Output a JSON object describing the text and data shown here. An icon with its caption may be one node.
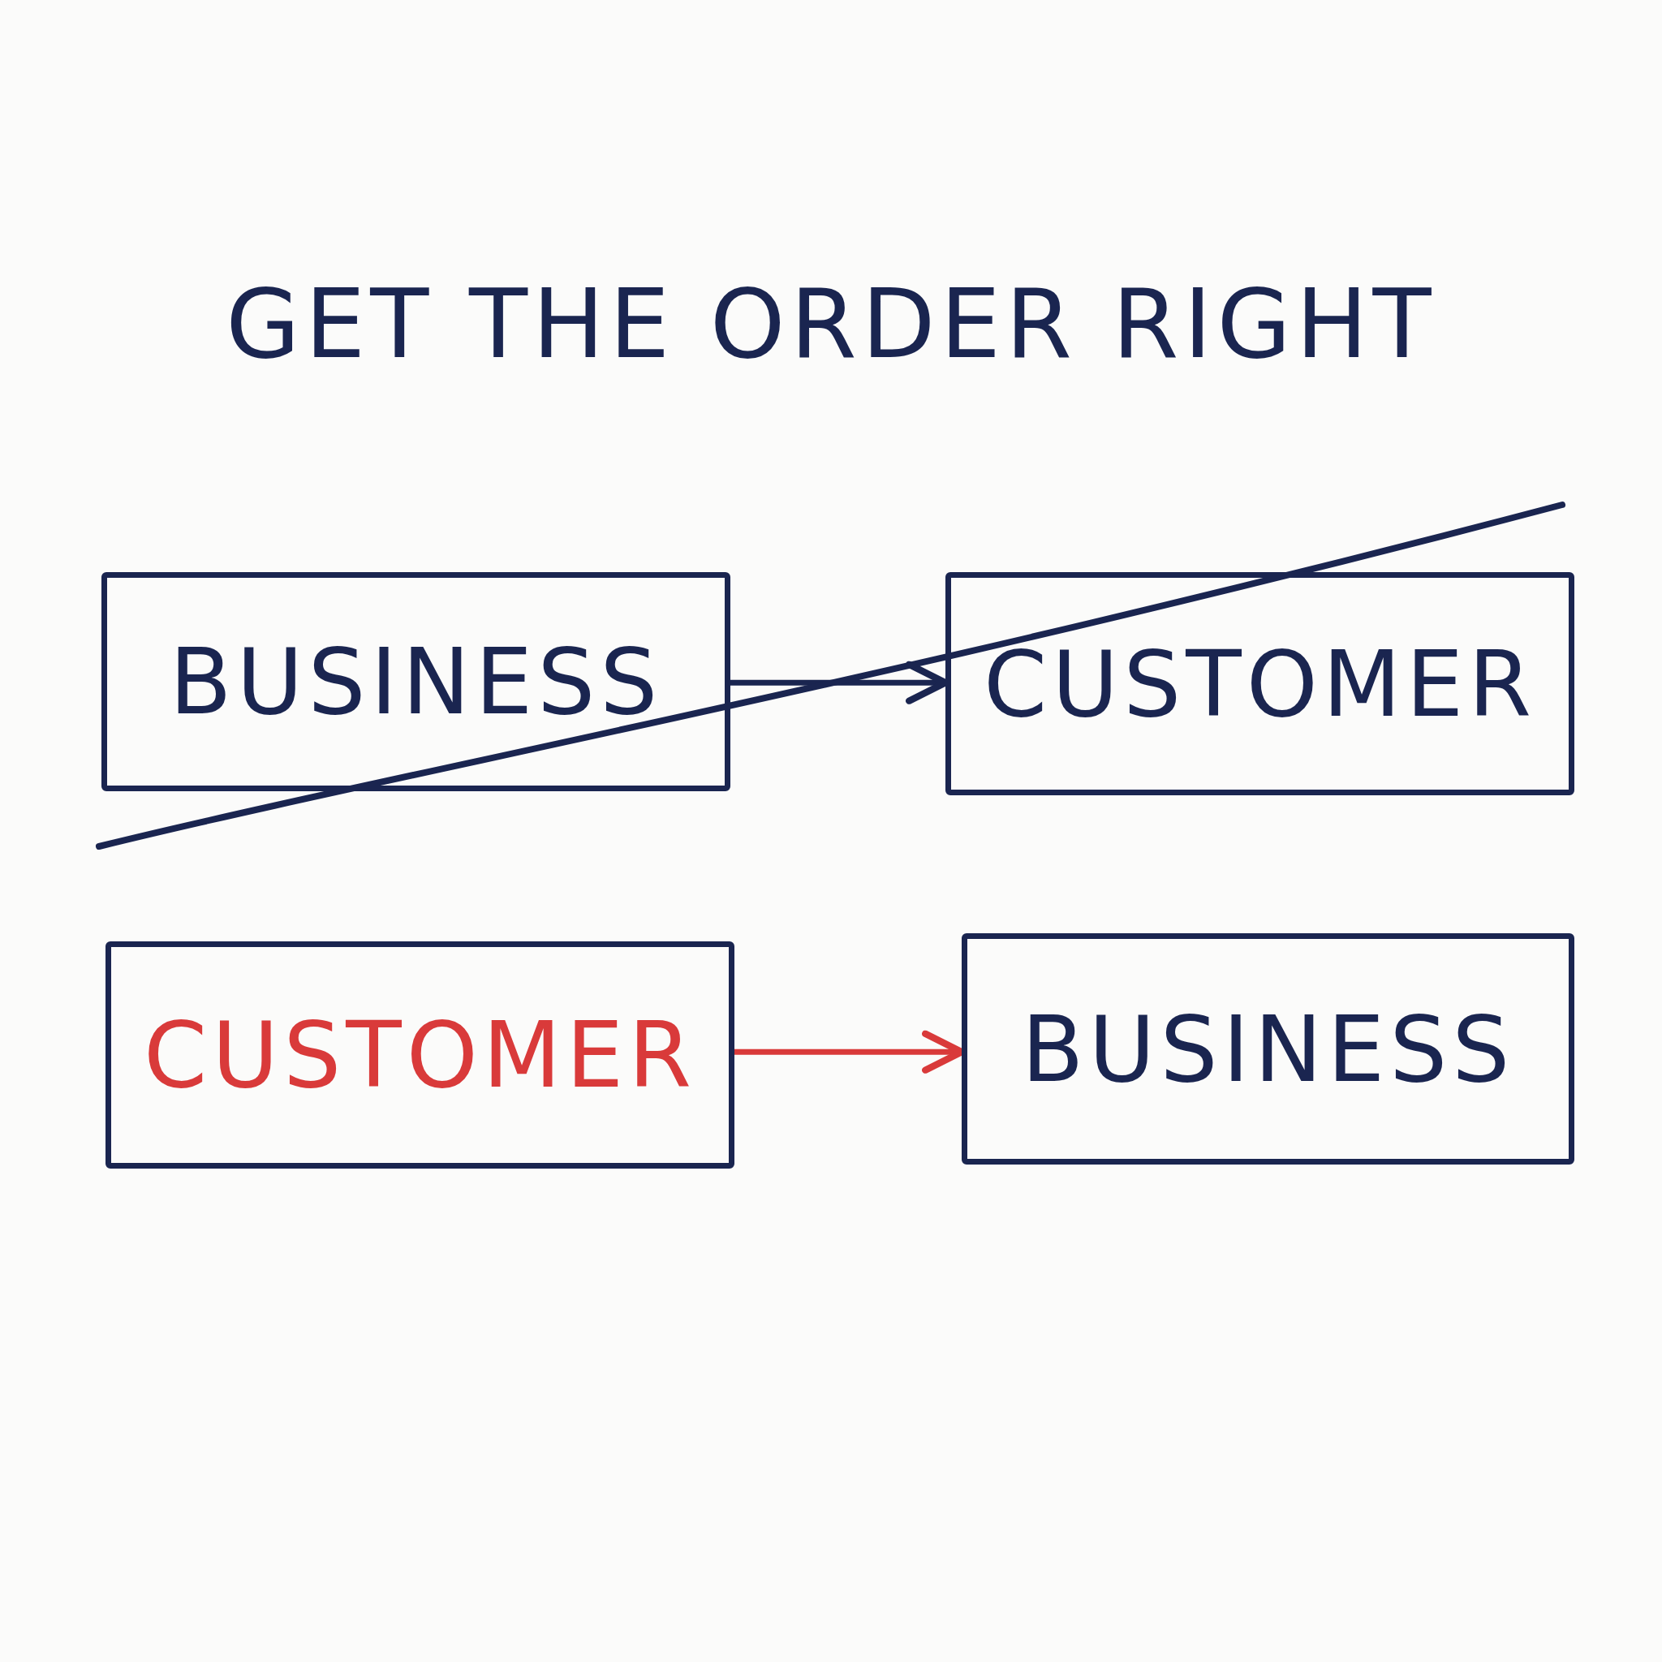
{
  "diagram": {
    "title": "GET THE ORDER RIGHT",
    "nodes": [
      {
        "text": [
          "BUSINESS"
        ]
      },
      {
        "text": [
          "CUSTOMER"
        ]
      },
      {
        "text": [
          "CUSTOMER"
        ]
      },
      {
        "text": [
          "BUSINESS"
        ]
      }
    ],
    "edges": [
      {
        "from": 0,
        "to": 1,
        "arrow": "to"
      },
      {
        "from": 2,
        "to": 3,
        "arrow": "to",
        "color": "#d93a3a"
      }
    ]
  }
}
